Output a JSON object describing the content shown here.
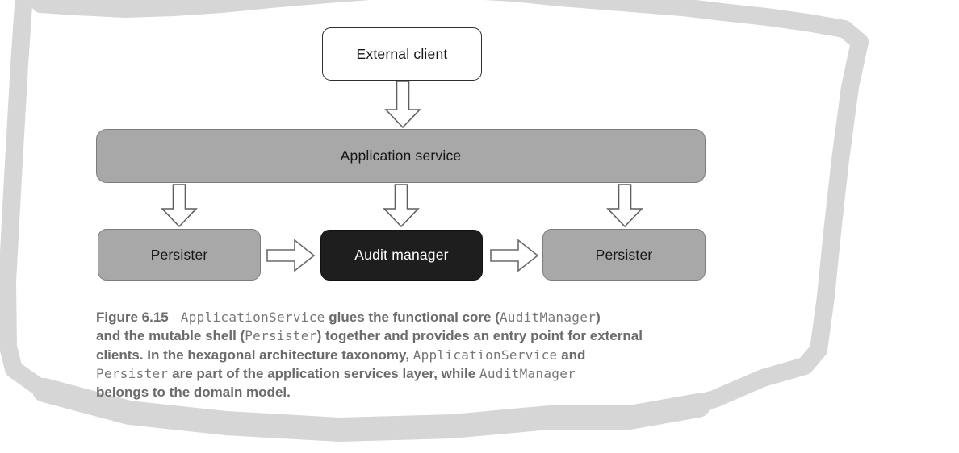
{
  "diagram": {
    "nodes": {
      "external_client": {
        "label": "External client",
        "variant": "white"
      },
      "application_service": {
        "label": "Application service",
        "variant": "gray"
      },
      "persister_left": {
        "label": "Persister",
        "variant": "gray"
      },
      "audit_manager": {
        "label": "Audit manager",
        "variant": "dark"
      },
      "persister_right": {
        "label": "Persister",
        "variant": "gray"
      }
    },
    "arrows": [
      {
        "id": "external-to-appservice",
        "direction": "down"
      },
      {
        "id": "appservice-to-persister-left",
        "direction": "down"
      },
      {
        "id": "appservice-to-audit-manager",
        "direction": "down"
      },
      {
        "id": "appservice-to-persister-right",
        "direction": "down"
      },
      {
        "id": "persister-left-to-audit-manager",
        "direction": "right"
      },
      {
        "id": "audit-manager-to-persister-right",
        "direction": "right"
      }
    ],
    "colors": {
      "node_gray_fill": "#a8a8a8",
      "node_gray_border": "#7c7c7c",
      "node_dark_fill": "#1e1e1e",
      "node_dark_text": "#ffffff",
      "node_white_fill": "#ffffff",
      "node_white_border": "#2e2e2e",
      "arrow_outline": "#5f5f5f",
      "arrow_fill": "#ffffff",
      "highlight_marker": "#d6d6d6",
      "caption_text": "#6b6b6b",
      "caption_code_text": "#777777"
    }
  },
  "caption": {
    "label": "Figure 6.15",
    "lines": [
      [
        {
          "text": "Figure 6.15",
          "style": "label"
        },
        {
          "text": "ApplicationService",
          "style": "code"
        },
        {
          "text": " glues the functional core (",
          "style": "bold"
        },
        {
          "text": "AuditManager",
          "style": "code"
        },
        {
          "text": ")",
          "style": "bold"
        }
      ],
      [
        {
          "text": "and the mutable shell (",
          "style": "bold"
        },
        {
          "text": "Persister",
          "style": "code"
        },
        {
          "text": ") together and provides an entry point for external",
          "style": "bold"
        }
      ],
      [
        {
          "text": "clients. In the hexagonal architecture taxonomy, ",
          "style": "bold"
        },
        {
          "text": "ApplicationService",
          "style": "code"
        },
        {
          "text": " and",
          "style": "bold"
        }
      ],
      [
        {
          "text": "Persister",
          "style": "code"
        },
        {
          "text": " are part of the application services layer, while ",
          "style": "bold"
        },
        {
          "text": "AuditManager",
          "style": "code"
        }
      ],
      [
        {
          "text": "belongs to the domain model.",
          "style": "bold"
        }
      ]
    ]
  }
}
